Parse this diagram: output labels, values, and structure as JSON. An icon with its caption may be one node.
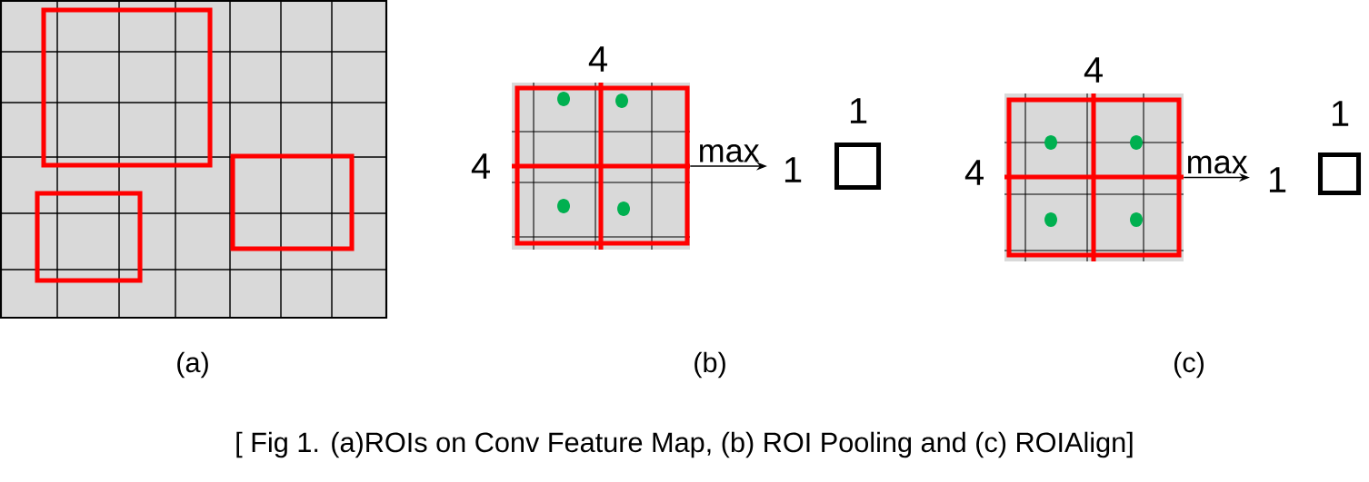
{
  "diagram": {
    "caption": "[ Fig 1. (a)ROIs on Conv Feature Map, (b) ROI Pooling and (c) ROIAlign]",
    "nodes": [
      {
        "text": [],
        "shape": "box",
        "beside": [
          "4",
          "4"
        ]
      },
      {
        "text": [],
        "shape": "box",
        "beside": [
          "1",
          "1"
        ]
      },
      {
        "text": [],
        "shape": "box",
        "beside": [
          "4",
          "4"
        ]
      },
      {
        "text": [],
        "shape": "box",
        "beside": [
          "1",
          "1"
        ]
      }
    ],
    "edges": [
      {
        "from": 0,
        "to": null,
        "arrow": "to",
        "label": "max"
      },
      {
        "from": 2,
        "to": null,
        "arrow": "to",
        "label": "max"
      }
    ],
    "labels": [
      "(a)",
      "(b)",
      "(c)"
    ]
  }
}
